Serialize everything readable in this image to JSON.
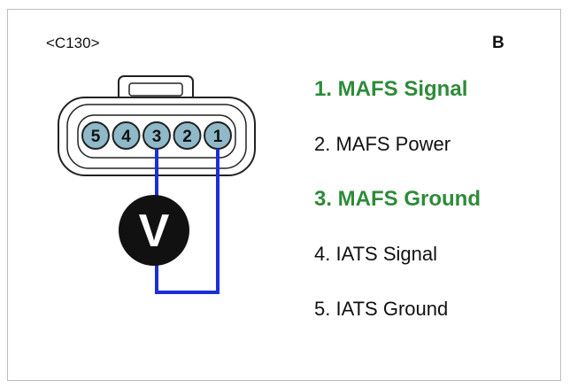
{
  "connector": {
    "id": "<C130>",
    "view": "B",
    "pins_left_to_right": [
      "5",
      "4",
      "3",
      "2",
      "1"
    ]
  },
  "meter": {
    "symbol": "V"
  },
  "pin_list": [
    {
      "label": "1. MAFS Signal",
      "highlight": true
    },
    {
      "label": "2. MAFS Power",
      "highlight": false
    },
    {
      "label": "3. MAFS Ground",
      "highlight": true
    },
    {
      "label": "4. IATS Signal",
      "highlight": false
    },
    {
      "label": "5. IATS Ground",
      "highlight": false
    }
  ],
  "colors": {
    "highlight_text": "#2e8b3a",
    "normal_text": "#111111",
    "lead_wire": "#1a2fd6",
    "pin_fill": "#8fb9c9",
    "meter_fill": "#111111"
  }
}
